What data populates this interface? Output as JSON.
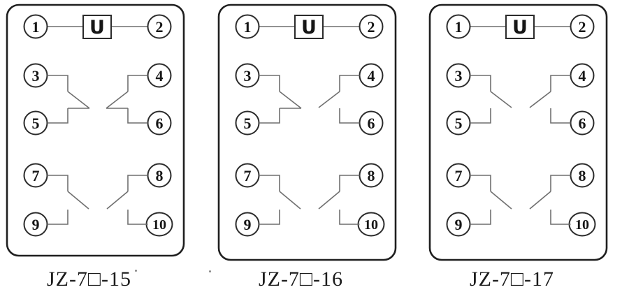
{
  "colors": {
    "background": "#ffffff",
    "wire": "#6f6f6f",
    "outline": "#1f1f1f",
    "text": "#161616"
  },
  "diagrams": [
    {
      "label": "JZ-7□-15",
      "coil": {
        "left_terminal": "1",
        "right_terminal": "2",
        "symbol": "U"
      },
      "terminals": [
        "1",
        "2",
        "3",
        "4",
        "5",
        "6",
        "7",
        "8",
        "9",
        "10"
      ],
      "contact_groups": [
        {
          "position": "upper",
          "terminals": [
            "3",
            "4",
            "5",
            "6"
          ],
          "left_contact": "closed",
          "right_contact": "closed"
        },
        {
          "position": "lower",
          "terminals": [
            "7",
            "8",
            "9",
            "10"
          ],
          "left_contact": "open",
          "right_contact": "open"
        }
      ]
    },
    {
      "label": "JZ-7□-16",
      "coil": {
        "left_terminal": "1",
        "right_terminal": "2",
        "symbol": "U"
      },
      "terminals": [
        "1",
        "2",
        "3",
        "4",
        "5",
        "6",
        "7",
        "8",
        "9",
        "10"
      ],
      "contact_groups": [
        {
          "position": "upper",
          "terminals": [
            "3",
            "4",
            "5",
            "6"
          ],
          "left_contact": "closed",
          "right_contact": "open"
        },
        {
          "position": "lower",
          "terminals": [
            "7",
            "8",
            "9",
            "10"
          ],
          "left_contact": "open",
          "right_contact": "open"
        }
      ]
    },
    {
      "label": "JZ-7□-17",
      "coil": {
        "left_terminal": "1",
        "right_terminal": "2",
        "symbol": "U"
      },
      "terminals": [
        "1",
        "2",
        "3",
        "4",
        "5",
        "6",
        "7",
        "8",
        "9",
        "10"
      ],
      "contact_groups": [
        {
          "position": "upper",
          "terminals": [
            "3",
            "4",
            "5",
            "6"
          ],
          "left_contact": "open",
          "right_contact": "open"
        },
        {
          "position": "lower",
          "terminals": [
            "7",
            "8",
            "9",
            "10"
          ],
          "left_contact": "open",
          "right_contact": "open"
        }
      ]
    }
  ]
}
